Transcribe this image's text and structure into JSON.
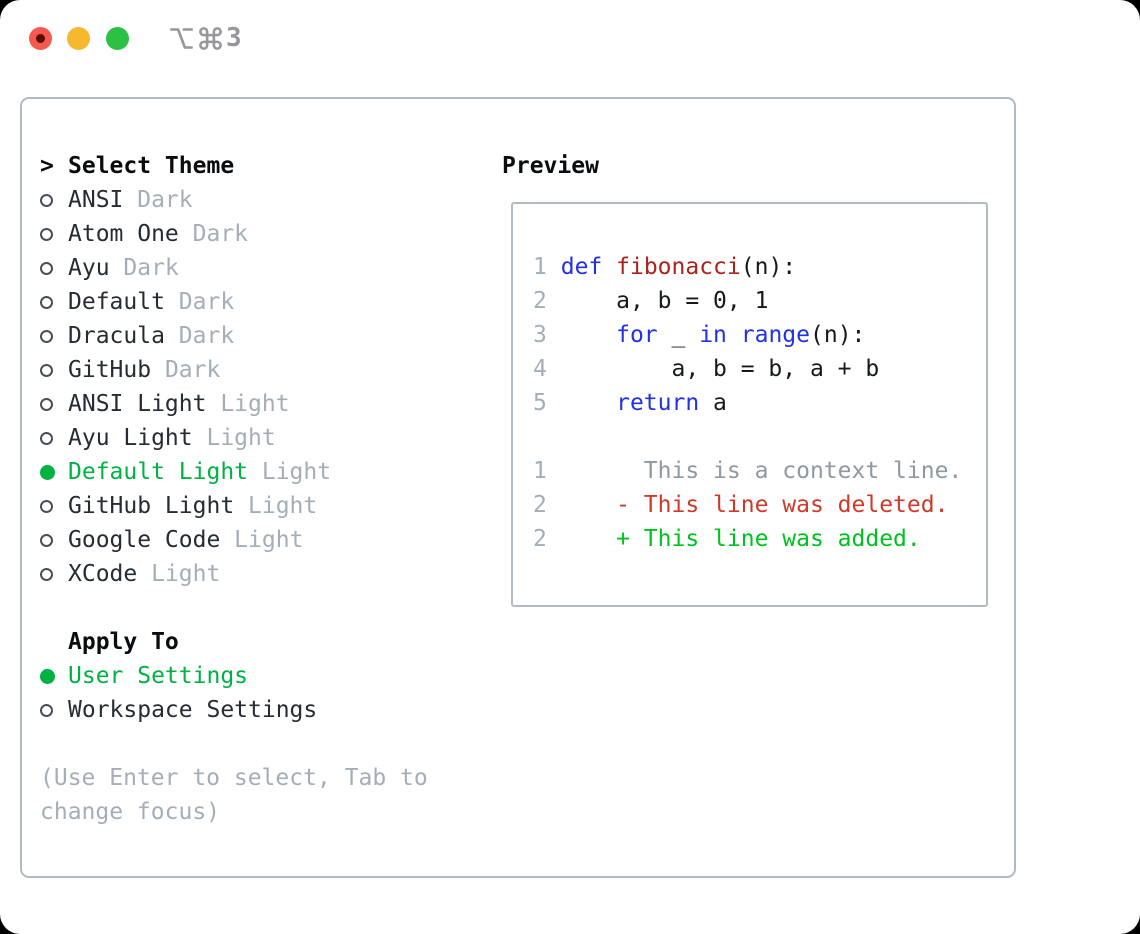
{
  "colors": {
    "red_light": "#f3594f",
    "red_dot": "#5c0b05",
    "yellow_light": "#f6b92d",
    "green_light": "#2dc144",
    "chrome_gray": "#96969b",
    "border": "#b2bac3",
    "text": "#262c33",
    "header": "#0a0d10",
    "muted": "#a4aeb8",
    "radio_outline": "#494f58",
    "green": "#00b244",
    "add_green": "#00c21e",
    "red": "#cd3a2a",
    "dark_red": "#ab231d",
    "blue": "#2230e6",
    "code_text": "#16191d",
    "ctx_gray": "#8e99a3"
  },
  "window": {
    "shortcut": "⌥⌘3",
    "shortcut_number": "3",
    "buttons": [
      "close",
      "minimize",
      "maximize"
    ]
  },
  "theme_panel": {
    "cursor": ">",
    "header": "Select Theme",
    "items": [
      {
        "name": "ANSI",
        "variant": "Dark",
        "selected": false
      },
      {
        "name": "Atom One",
        "variant": "Dark",
        "selected": false
      },
      {
        "name": "Ayu",
        "variant": "Dark",
        "selected": false
      },
      {
        "name": "Default",
        "variant": "Dark",
        "selected": false
      },
      {
        "name": "Dracula",
        "variant": "Dark",
        "selected": false
      },
      {
        "name": "GitHub",
        "variant": "Dark",
        "selected": false
      },
      {
        "name": "ANSI Light",
        "variant": "Light",
        "selected": false
      },
      {
        "name": "Ayu Light",
        "variant": "Light",
        "selected": false
      },
      {
        "name": "Default Light",
        "variant": "Light",
        "selected": true
      },
      {
        "name": "GitHub Light",
        "variant": "Light",
        "selected": false
      },
      {
        "name": "Google Code",
        "variant": "Light",
        "selected": false
      },
      {
        "name": "XCode",
        "variant": "Light",
        "selected": false
      }
    ]
  },
  "apply_panel": {
    "header": "Apply To",
    "items": [
      {
        "label": "User Settings",
        "selected": true
      },
      {
        "label": "Workspace Settings",
        "selected": false
      }
    ]
  },
  "hint_lines": [
    "(Use Enter to select, Tab to",
    "change focus)"
  ],
  "preview": {
    "title": "Preview",
    "code_lines": [
      [
        {
          "c": "num",
          "t": "1"
        },
        {
          "c": "plain",
          "t": " "
        },
        {
          "c": "kw",
          "t": "def"
        },
        {
          "c": "plain",
          "t": " "
        },
        {
          "c": "fn",
          "t": "fibonacci"
        },
        {
          "c": "plain",
          "t": "(n):"
        }
      ],
      [
        {
          "c": "num",
          "t": "2"
        },
        {
          "c": "plain",
          "t": "     a, b = 0, 1"
        }
      ],
      [
        {
          "c": "num",
          "t": "3"
        },
        {
          "c": "plain",
          "t": "     "
        },
        {
          "c": "kw",
          "t": "for"
        },
        {
          "c": "plain",
          "t": " _ "
        },
        {
          "c": "kw",
          "t": "in"
        },
        {
          "c": "plain",
          "t": " "
        },
        {
          "c": "kw",
          "t": "range"
        },
        {
          "c": "plain",
          "t": "(n):"
        }
      ],
      [
        {
          "c": "num",
          "t": "4"
        },
        {
          "c": "plain",
          "t": "         a, b = b, a + b"
        }
      ],
      [
        {
          "c": "num",
          "t": "5"
        },
        {
          "c": "plain",
          "t": "     "
        },
        {
          "c": "kw",
          "t": "return"
        },
        {
          "c": "plain",
          "t": " a"
        }
      ],
      [],
      [
        {
          "c": "num",
          "t": "1"
        },
        {
          "c": "ctx",
          "t": "       This is a context line."
        }
      ],
      [
        {
          "c": "num",
          "t": "2"
        },
        {
          "c": "del",
          "t": "     - This line was deleted."
        }
      ],
      [
        {
          "c": "num",
          "t": "2"
        },
        {
          "c": "add",
          "t": "     + This line was added."
        }
      ]
    ]
  }
}
